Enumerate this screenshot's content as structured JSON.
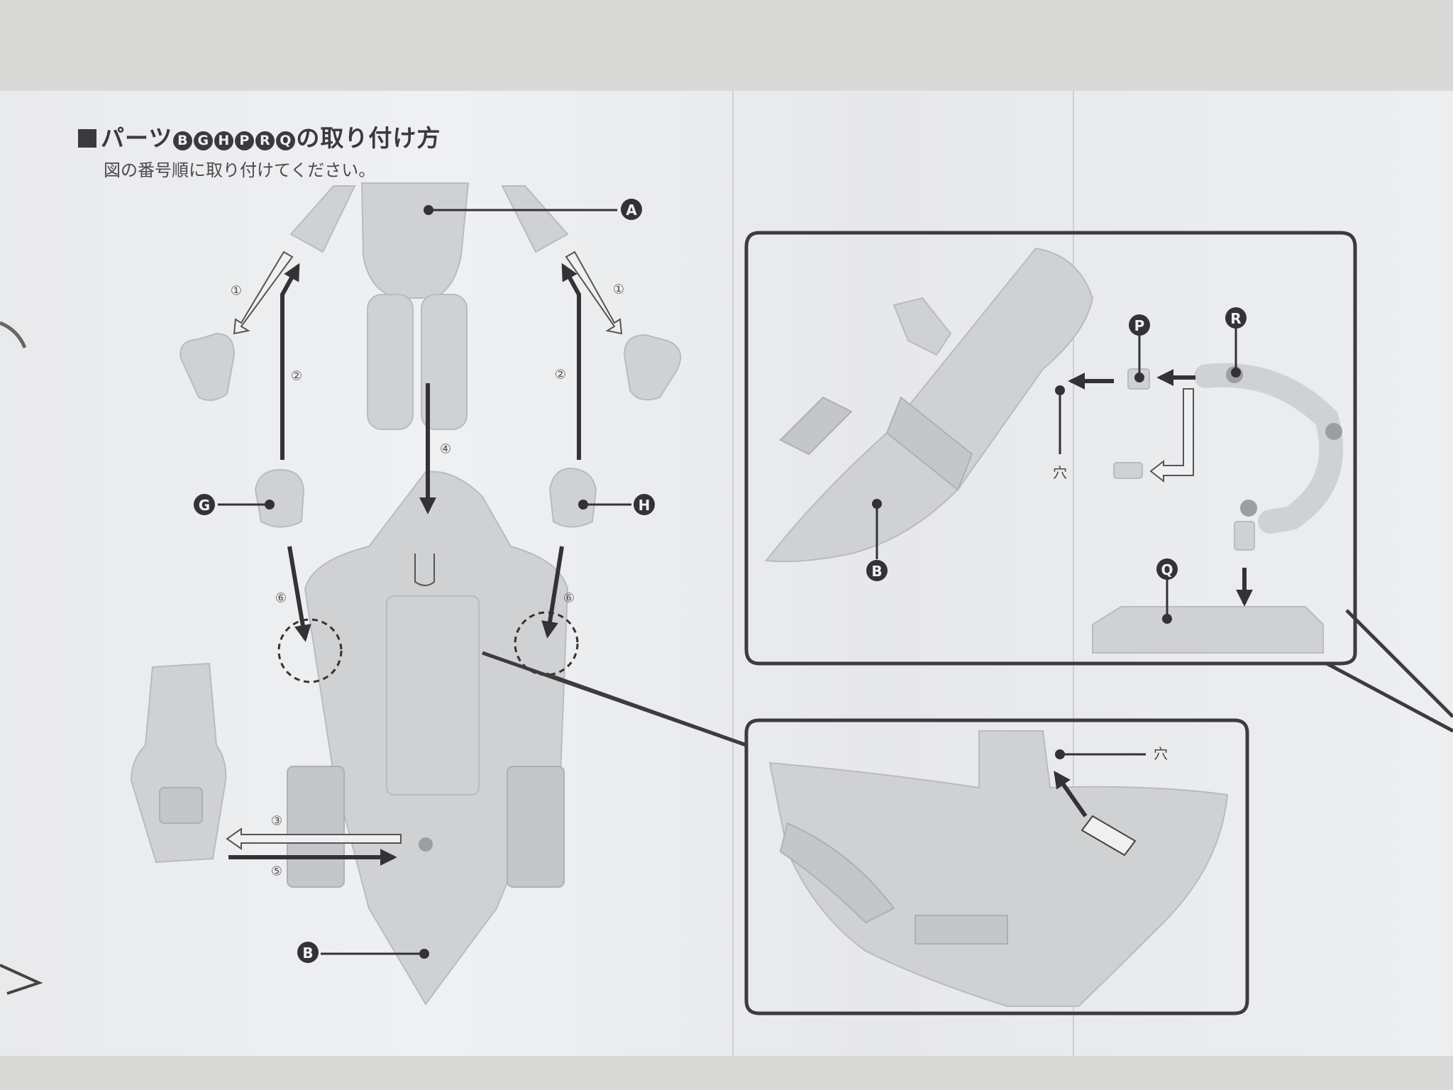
{
  "title": {
    "prefix": "パーツ",
    "badges": [
      "B",
      "G",
      "H",
      "P",
      "R",
      "Q"
    ],
    "suffix": "の取り付け方"
  },
  "subtitle": "図の番号順に取り付けてください。",
  "part_labels": {
    "A": "A",
    "B": "B",
    "G": "G",
    "H": "H",
    "P": "P",
    "R": "R",
    "Q": "Q"
  },
  "steps": {
    "s1": "①",
    "s2": "②",
    "s3": "③",
    "s4": "④",
    "s5": "⑤",
    "s6": "⑥"
  },
  "hole_label": "穴",
  "colors": {
    "ink": "#333336",
    "paper": "#eef0f2",
    "part": "#cfd1d3"
  }
}
